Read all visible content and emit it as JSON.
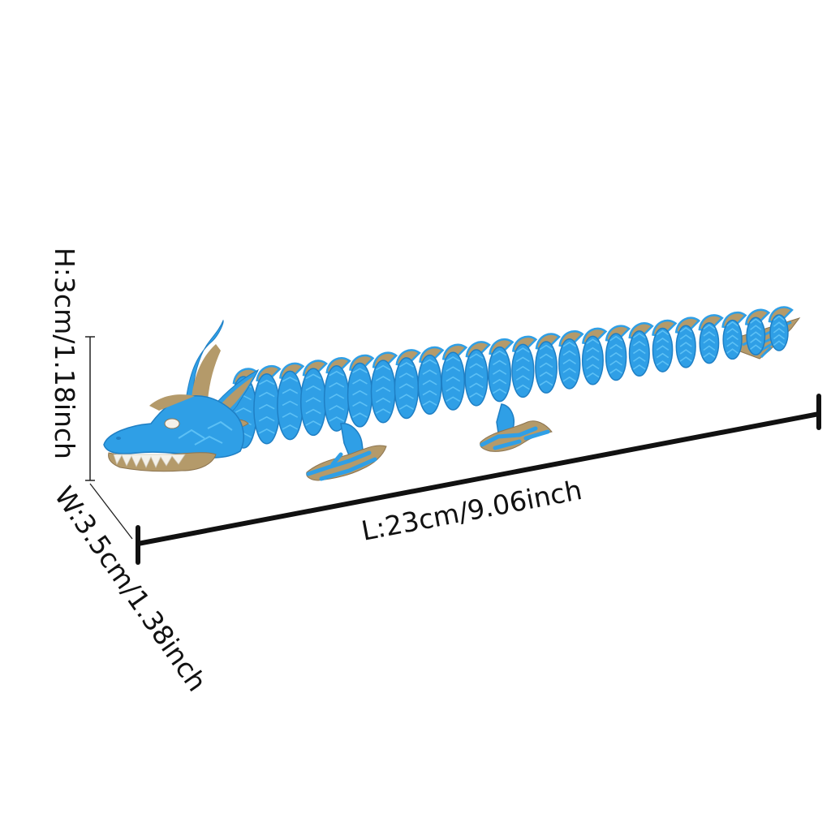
{
  "product": {
    "name": "articulated-dragon-figure",
    "colors": {
      "body": "#2f9fe6",
      "body_shadow": "#1f7fc4",
      "scale_highlight": "#5cc0f5",
      "fins": "#b49a6a",
      "fins_dark": "#8c7450",
      "teeth": "#f4f1ea"
    }
  },
  "dimensions": {
    "height_label": "H:3cm/1.18inch",
    "width_label": "W:3.5cm/1.38inch",
    "length_label": "L:23cm/9.06inch",
    "line_color": "#111111"
  }
}
